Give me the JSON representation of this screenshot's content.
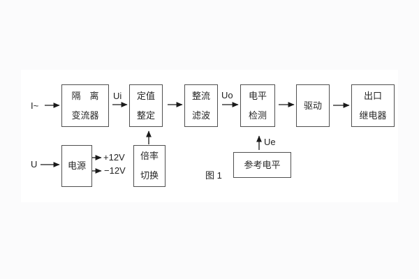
{
  "figure": {
    "caption": "图 1"
  },
  "blocks": {
    "isolation": {
      "line1": "隔　离",
      "line2": "变流器"
    },
    "setting": {
      "line1": "定值",
      "line2": "整定"
    },
    "rectifier_filter": {
      "line1": "整流",
      "line2": "滤波"
    },
    "level_detect": {
      "line1": "电平",
      "line2": "检测"
    },
    "drive": {
      "line1": "驱动"
    },
    "output_relay": {
      "line1": "出口",
      "line2": "继电器"
    },
    "power": {
      "line1": "电源"
    },
    "ratio_switch": {
      "line1": "倍率",
      "line2": "切换"
    },
    "reference_level": {
      "line1": "参考电平"
    }
  },
  "labels": {
    "input_current": "I~",
    "input_voltage": "U",
    "ui": "Ui",
    "uo": "Uo",
    "ue": "Ue",
    "plus_12v": "+12V",
    "minus_12v": "−12V"
  },
  "colors": {
    "line": "#1a1a1a",
    "border": "#4f4f4f",
    "text": "#262626",
    "background": "#fbfbfc",
    "panel": "#ffffff"
  }
}
